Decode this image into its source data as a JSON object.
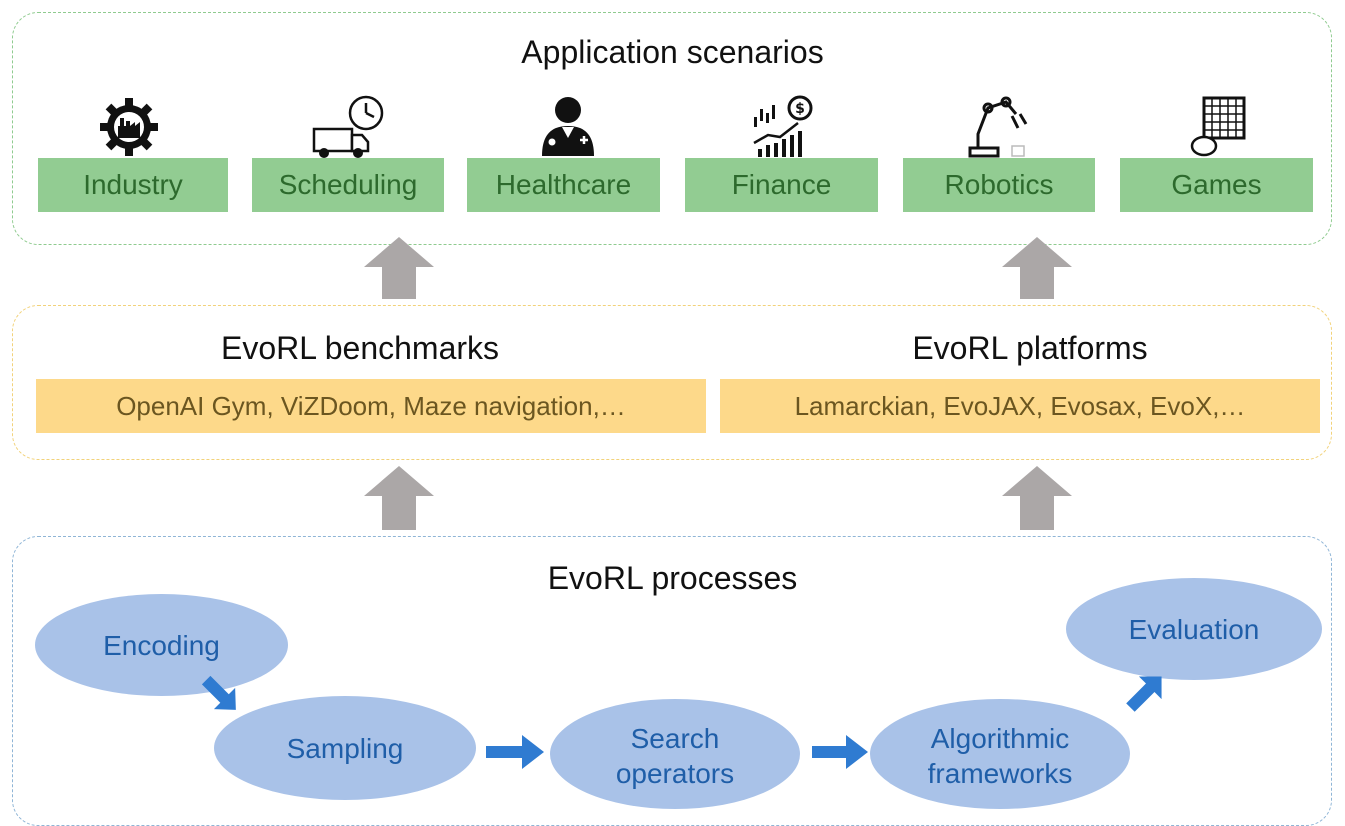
{
  "application": {
    "title": "Application scenarios",
    "items": [
      {
        "label": "Industry",
        "icon": "factory-gear-icon"
      },
      {
        "label": "Scheduling",
        "icon": "delivery-truck-clock-icon"
      },
      {
        "label": "Healthcare",
        "icon": "doctor-icon"
      },
      {
        "label": "Finance",
        "icon": "finance-chart-icon"
      },
      {
        "label": "Robotics",
        "icon": "robot-arm-icon"
      },
      {
        "label": "Games",
        "icon": "board-game-icon"
      }
    ]
  },
  "benchmarks": {
    "title": "EvoRL benchmarks",
    "items": "OpenAI Gym, ViZDoom, Maze navigation,…"
  },
  "platforms": {
    "title": "EvoRL platforms",
    "items": "Lamarckian, EvoJAX, Evosax, EvoX,…"
  },
  "processes": {
    "title": "EvoRL processes",
    "steps": [
      {
        "line1": "Encoding",
        "line2": ""
      },
      {
        "line1": "Sampling",
        "line2": ""
      },
      {
        "line1": "Search",
        "line2": "operators"
      },
      {
        "line1": "Algorithmic",
        "line2": "frameworks"
      },
      {
        "line1": "Evaluation",
        "line2": ""
      }
    ]
  },
  "colors": {
    "app_box": "#92cc92",
    "app_text": "#2d6a2d",
    "mid_box": "#fdd98a",
    "ellipse": "#a9c2e8",
    "ellipse_text": "#1f5ea8",
    "gray_arrow": "#aba7a7",
    "blue_arrow": "#2f7bd1"
  }
}
